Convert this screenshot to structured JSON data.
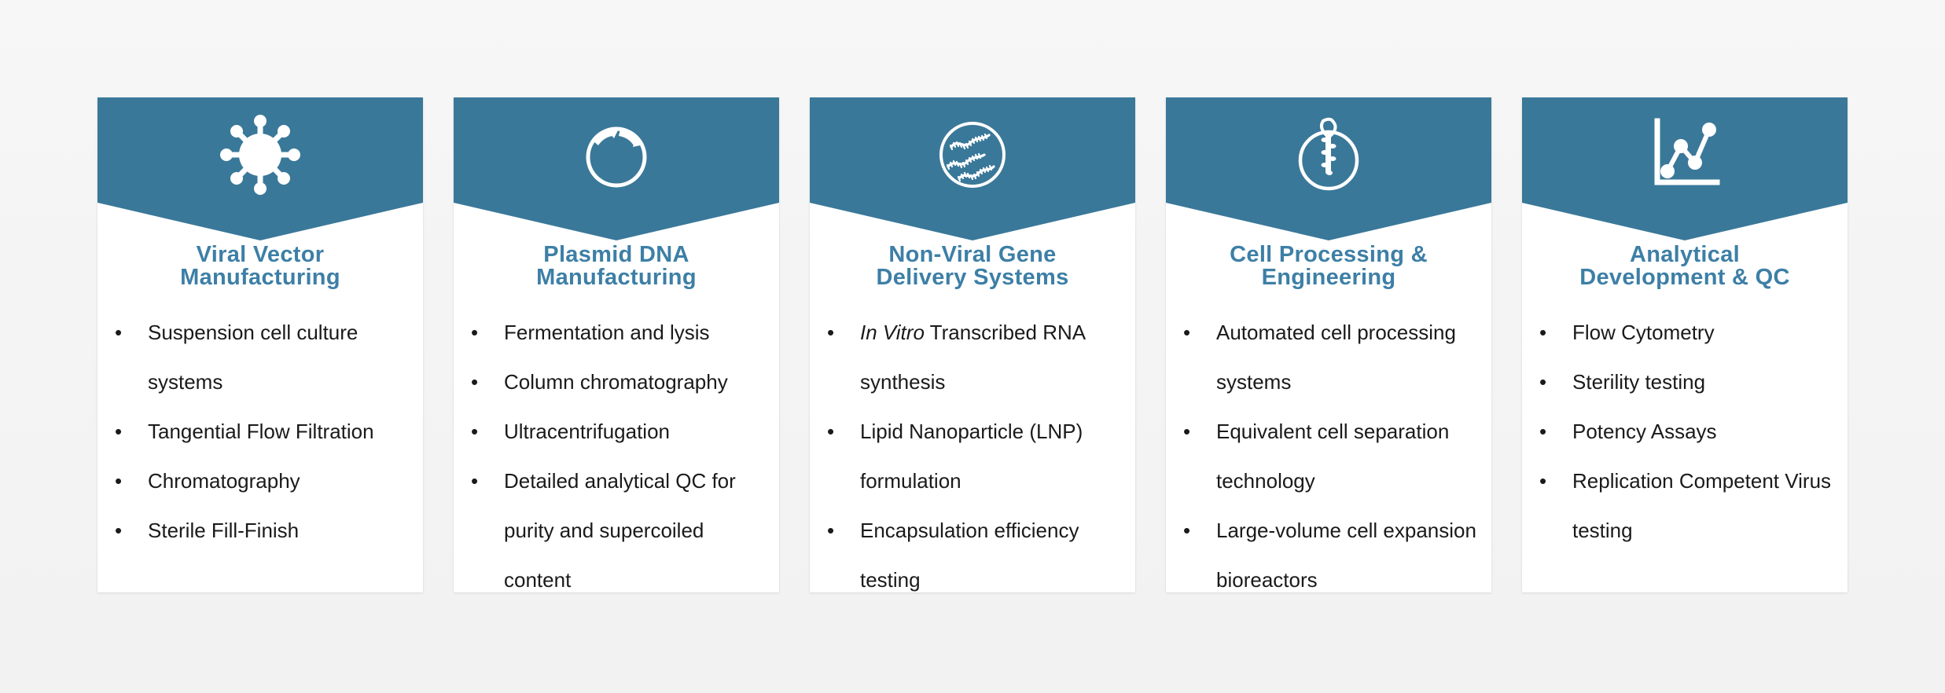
{
  "theme": {
    "header_blue": "#3a7899",
    "title_blue": "#3d7fa6",
    "card_bg": "#ffffff",
    "page_bg": "#f4f4f4",
    "bullet_text": "#1a1a1a"
  },
  "cards": [
    {
      "icon_name": "virus-icon",
      "title_line1": "Viral Vector",
      "title_line2": "Manufacturing",
      "bullets": [
        {
          "text": "Suspension cell culture systems"
        },
        {
          "text": "Tangential Flow Filtration"
        },
        {
          "text": "Chromatography"
        },
        {
          "text": "Sterile Fill-Finish"
        }
      ]
    },
    {
      "icon_name": "plasmid-circle-icon",
      "title_line1": "Plasmid DNA",
      "title_line2": "Manufacturing",
      "bullets": [
        {
          "text": "Fermentation and lysis"
        },
        {
          "text": "Column chromatography"
        },
        {
          "text": "Ultracentrifugation"
        },
        {
          "text": "Detailed analytical QC for purity and supercoiled content"
        }
      ]
    },
    {
      "icon_name": "rna-strands-icon",
      "title_line1": "Non-Viral Gene",
      "title_line2": "Delivery Systems",
      "bullets": [
        {
          "italic_prefix": "In Vitro",
          "text": " Transcribed RNA synthesis"
        },
        {
          "text": "Lipid Nanoparticle (LNP) formulation"
        },
        {
          "text": "Encapsulation efficiency testing"
        }
      ]
    },
    {
      "icon_name": "cell-transfection-icon",
      "title_line1": "Cell Processing &",
      "title_line2": "Engineering",
      "bullets": [
        {
          "text": "Automated cell processing systems"
        },
        {
          "text": "Equivalent cell separation technology"
        },
        {
          "text": "Large-volume cell expansion bioreactors"
        }
      ]
    },
    {
      "icon_name": "line-chart-icon",
      "title_line1": "Analytical",
      "title_line2": "Development & QC",
      "bullets": [
        {
          "text": "Flow Cytometry"
        },
        {
          "text": "Sterility testing"
        },
        {
          "text": "Potency Assays"
        },
        {
          "text": "Replication Competent Virus testing"
        }
      ]
    }
  ]
}
